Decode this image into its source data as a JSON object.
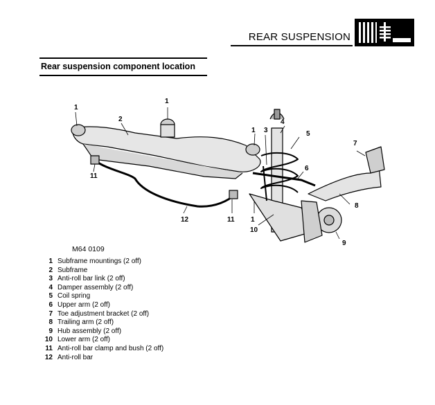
{
  "header": {
    "title": "REAR SUSPENSION"
  },
  "section": {
    "title": "Rear suspension component location"
  },
  "figure": {
    "code": "M64 0109",
    "callouts": [
      "1",
      "2",
      "1",
      "3",
      "4",
      "5",
      "1",
      "6",
      "7",
      "11",
      "8",
      "12",
      "11",
      "1",
      "10",
      "9"
    ]
  },
  "legend": [
    {
      "num": "1",
      "text": "Subframe mountings (2 off)"
    },
    {
      "num": "2",
      "text": "Subframe"
    },
    {
      "num": "3",
      "text": "Anti-roll bar link (2 off)"
    },
    {
      "num": "4",
      "text": "Damper assembly (2 off)"
    },
    {
      "num": "5",
      "text": "Coil spring"
    },
    {
      "num": "6",
      "text": "Upper arm (2 off)"
    },
    {
      "num": "7",
      "text": "Toe adjustment bracket (2 off)"
    },
    {
      "num": "8",
      "text": "Trailing arm (2 off)"
    },
    {
      "num": "9",
      "text": "Hub assembly (2 off)"
    },
    {
      "num": "10",
      "text": "Lower arm (2 off)"
    },
    {
      "num": "11",
      "text": "Anti-roll bar clamp and bush (2 off)"
    },
    {
      "num": "12",
      "text": "Anti-roll bar"
    }
  ]
}
